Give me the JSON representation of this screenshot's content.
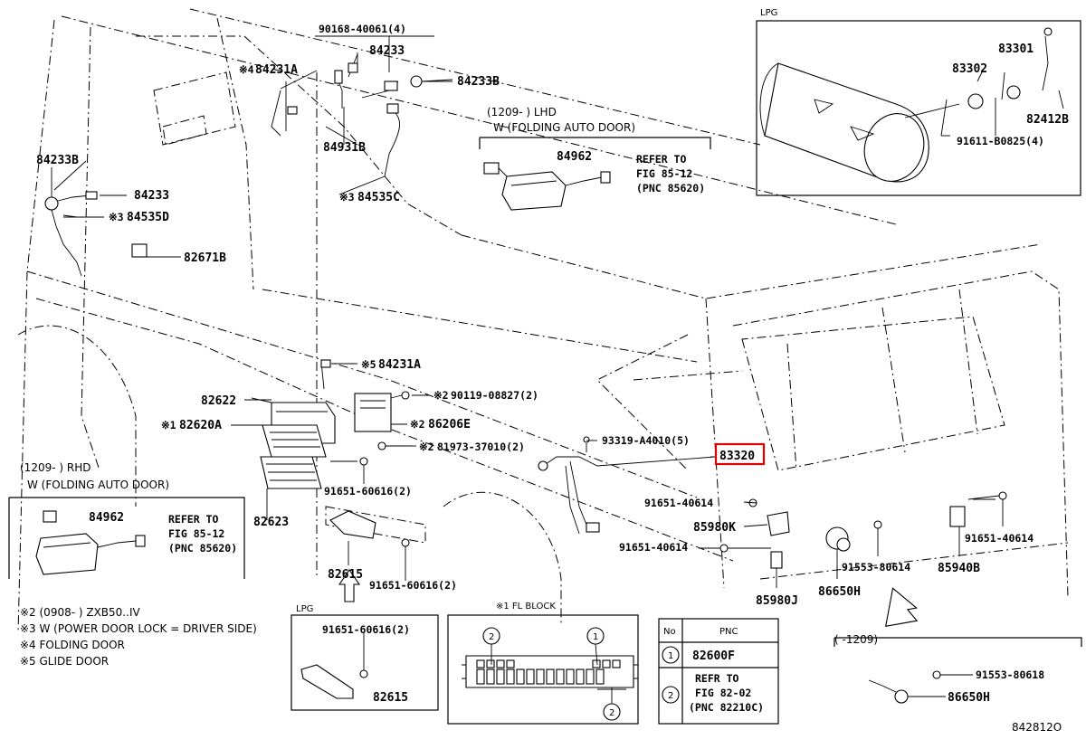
{
  "callouts": {
    "p90168_40061": "90168-40061(4)",
    "p84233_top": "84233",
    "p84231A_top": "84231A",
    "p84233B_top": "84233B",
    "p84931B": "84931B",
    "p84535C": "84535C",
    "p84233B_left": "84233B",
    "p84233_left": "84233",
    "p84535D": "84535D",
    "p82671B": "82671B",
    "p84231A_mid": "84231A",
    "p82622": "82622",
    "p82620A": "82620A",
    "p90119_08827": "90119-08827(2)",
    "p86206E": "86206E",
    "p81973_37010": "81973-37010(2)",
    "p91651_60616_a": "91651-60616(2)",
    "p82623": "82623",
    "p82615": "82615",
    "p91651_60616_b": "91651-60616(2)",
    "p93319_A4010": "93319-A4010(5)",
    "p83320": "83320",
    "p91651_40614_a": "91651-40614",
    "p85980K": "85980K",
    "p91651_40614_b": "91651-40614",
    "p85980J": "85980J",
    "p91553_80614": "91553-80614",
    "p86650H": "86650H",
    "p91651_40614_c": "91651-40614",
    "p85940B": "85940B"
  },
  "marks": {
    "x2": "※2",
    "x3": "※3",
    "x4": "※4",
    "x5": "※5",
    "x1": "※1"
  },
  "lhd_box": {
    "range": "(1209-     ) LHD",
    "note": "W (FOLDING AUTO DOOR)",
    "part": "84962",
    "refer1": "REFER TO",
    "refer2": "FIG 85-12",
    "refer3": "(PNC 85620)"
  },
  "rhd_box": {
    "range": "(1209-     ) RHD",
    "note": "W (FOLDING AUTO DOOR)",
    "part": "84962",
    "refer1": "REFER TO",
    "refer2": "FIG 85-12",
    "refer3": "(PNC 85620)"
  },
  "lpg_top": {
    "title": "LPG",
    "p83301": "83301",
    "p83302": "83302",
    "p82412B": "82412B",
    "p91611_B0825": "91611-B0825(4)"
  },
  "lpg_bottom": {
    "title": "LPG",
    "p91651_60616": "91651-60616(2)",
    "p82615": "82615"
  },
  "footnotes": [
    "※2 (0908-     ) ZXB50..IV",
    "※3 W (POWER DOOR LOCK = DRIVER SIDE)",
    "※4  FOLDING DOOR",
    "※5  GLIDE DOOR"
  ],
  "fl_block": {
    "title": "※1  FL BLOCK",
    "c1": "1",
    "c2": "2",
    "c2b": "2"
  },
  "pnc_table": {
    "col_no": "No",
    "col_pnc": "PNC",
    "row1_no": "1",
    "row1_pnc": "82600F",
    "row2_no": "2",
    "row2_l1": "REFR TO",
    "row2_l2": "FIG 82-02",
    "row2_l3": "(PNC 82210C)"
  },
  "early_box": {
    "range": "(     -1209)",
    "p91553_80618": "91553-80618",
    "p86650H": "86650H"
  },
  "figure_id": "842812O",
  "colors": {
    "highlight": "#e00000",
    "ink": "#000000"
  }
}
